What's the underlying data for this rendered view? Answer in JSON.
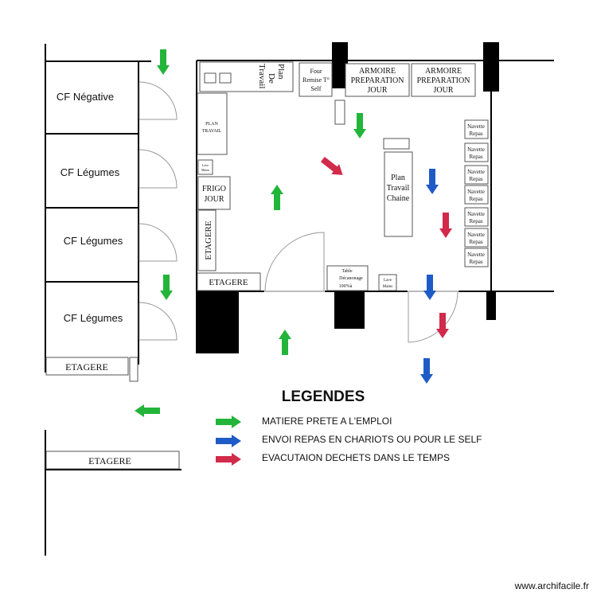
{
  "rooms": {
    "cf_negative": "CF Négative",
    "cf_legumes_1": "CF Légumes",
    "cf_legumes_2": "CF Légumes",
    "cf_legumes_3": "CF Légumes"
  },
  "furniture": {
    "etagere_left": "ETAGERE",
    "etagere_bottom": "ETAGERE",
    "etagere_kitchen_h": "ETAGERE",
    "etagere_kitchen_v": "ETAGERE",
    "plan_de_travail": [
      "Plan",
      "De",
      "Travail"
    ],
    "plan_travail_small": [
      "PLAN",
      "TRAVAIL"
    ],
    "lave_mains_1": [
      "Lave",
      "Mains"
    ],
    "lave_mains_2": [
      "Lave",
      "Mains"
    ],
    "frigo_jour": [
      "FRIGO",
      "JOUR"
    ],
    "four": [
      "Four",
      "Remise T°",
      "Self"
    ],
    "armoire_1": [
      "ARMOIRE",
      "PREPARATION",
      "JOUR"
    ],
    "armoire_2": [
      "ARMOIRE",
      "PREPARATION",
      "JOUR"
    ],
    "plan_travail_chaine": [
      "Plan",
      "Travail",
      "Chaine"
    ],
    "table_decanonage": [
      "Table",
      "Décanonage",
      "100%à"
    ],
    "navette": [
      "Navette",
      "Repas"
    ]
  },
  "legend": {
    "title": "LEGENDES",
    "items": [
      {
        "color": "#22b53a",
        "label": "MATIERE PRETE A L'EMPLOI"
      },
      {
        "color": "#1f5bc7",
        "label": "ENVOI REPAS EN CHARIOTS OU POUR LE SELF"
      },
      {
        "color": "#d12a4a",
        "label": "EVACUTAION DECHETS DANS LE TEMPS"
      }
    ]
  },
  "colors": {
    "green": "#22b53a",
    "blue": "#1f5bc7",
    "red": "#d12a4a"
  },
  "watermark": "www.archifacile.fr"
}
